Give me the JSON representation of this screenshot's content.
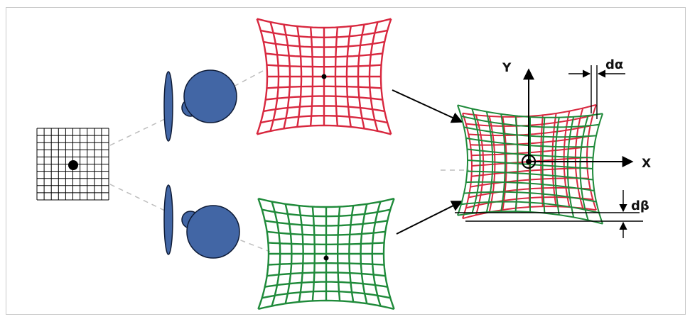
{
  "colors": {
    "red_grid": "#d8283f",
    "green_grid": "#1f8a3a",
    "eye_fill": "#4266a5",
    "eye_stroke": "#0e1b36",
    "black": "#000000",
    "dashed": "#bdbdbd"
  },
  "labels": {
    "y_axis": "Y",
    "x_axis": "X",
    "d_alpha": "dα",
    "d_beta": "dβ"
  },
  "icons": [
    "eye-lens-icon",
    "eyeball-icon",
    "arrow-icon",
    "target-circle-icon"
  ]
}
